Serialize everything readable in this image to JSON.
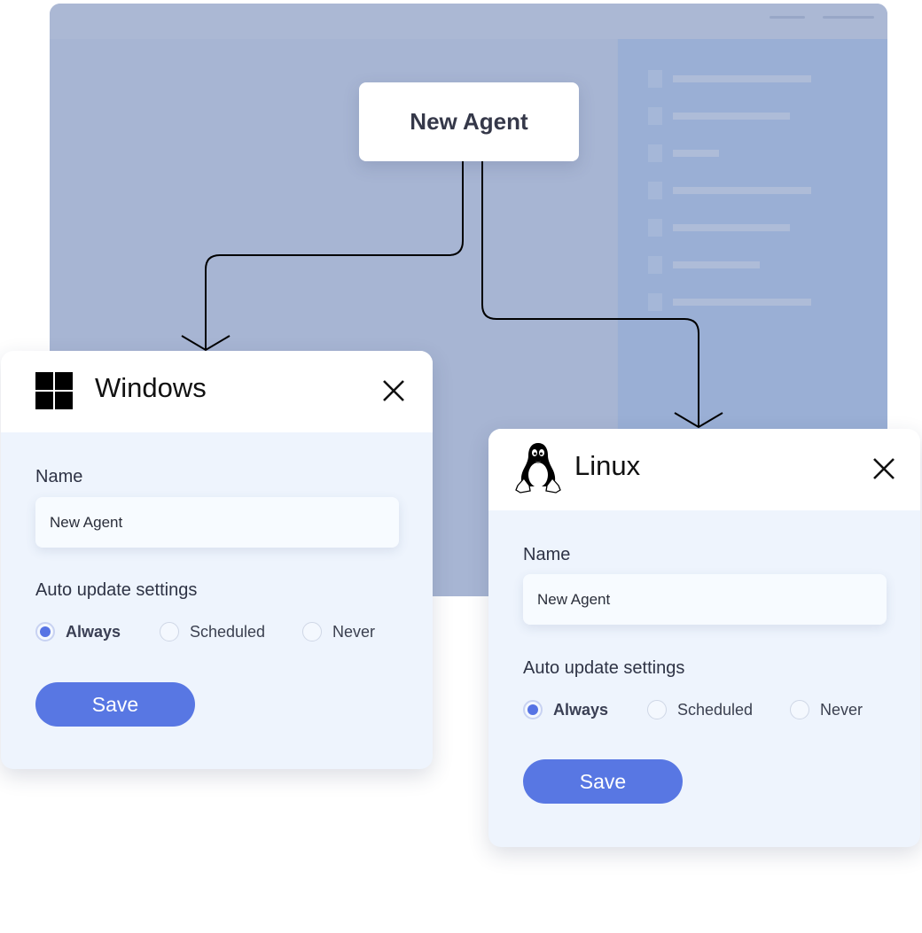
{
  "background_window": {
    "skeleton_rows": [
      {
        "line_width": 156
      },
      {
        "line_width": 132
      },
      {
        "line_width": 52
      },
      {
        "line_width": 156
      },
      {
        "line_width": 132
      },
      {
        "line_width": 98
      },
      {
        "line_width": 156
      }
    ]
  },
  "flow_node": {
    "label": "New Agent"
  },
  "colors": {
    "accent": "#5877e3",
    "radio_selected": "#5673e4",
    "card_body": "#eef4fd",
    "window_bg": "#a9b7d4",
    "panel_bg": "#9aafd5"
  },
  "windows_card": {
    "title": "Windows",
    "icon": "windows-logo-icon",
    "close_icon": "close-icon",
    "name_label": "Name",
    "name_value": "New Agent",
    "auto_update_label": "Auto update settings",
    "options": [
      {
        "label": "Always",
        "selected": true
      },
      {
        "label": "Scheduled",
        "selected": false
      },
      {
        "label": "Never",
        "selected": false
      }
    ],
    "save_label": "Save"
  },
  "linux_card": {
    "title": "Linux",
    "icon": "linux-tux-icon",
    "close_icon": "close-icon",
    "name_label": "Name",
    "name_value": "New Agent",
    "auto_update_label": "Auto update settings",
    "options": [
      {
        "label": "Always",
        "selected": true
      },
      {
        "label": "Scheduled",
        "selected": false
      },
      {
        "label": "Never",
        "selected": false
      }
    ],
    "save_label": "Save"
  }
}
